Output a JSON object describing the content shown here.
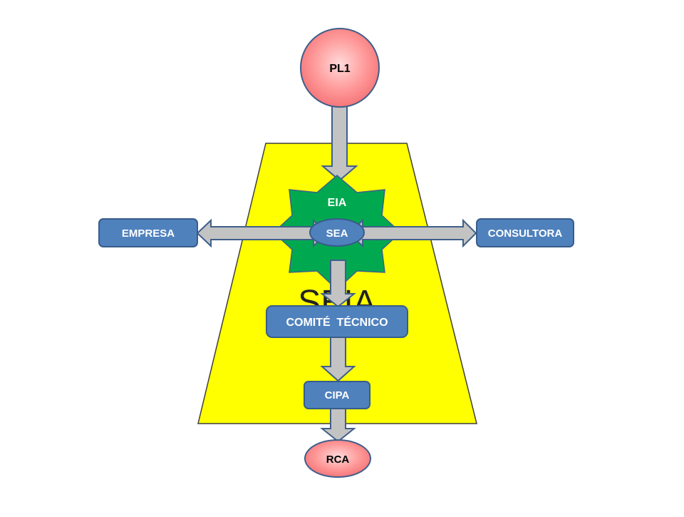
{
  "diagram": {
    "background_label": "SEIA",
    "nodes": {
      "pl1": "PL1",
      "eia": "EIA",
      "sea": "SEA",
      "empresa": "EMPRESA",
      "consultora": "CONSULTORA",
      "comite": "COMITÉ  TÉCNICO",
      "cipa": "CIPA",
      "rca": "RCA"
    },
    "colors": {
      "trapezoid": "#FFFF00",
      "star": "#00A94F",
      "box": "#4F81BD",
      "box_border": "#385D8A",
      "circle": "#FF7C80",
      "circle_center": "#FFD5D5",
      "arrow": "#C3C3C3",
      "arrow_border": "#3F5F8A"
    }
  }
}
